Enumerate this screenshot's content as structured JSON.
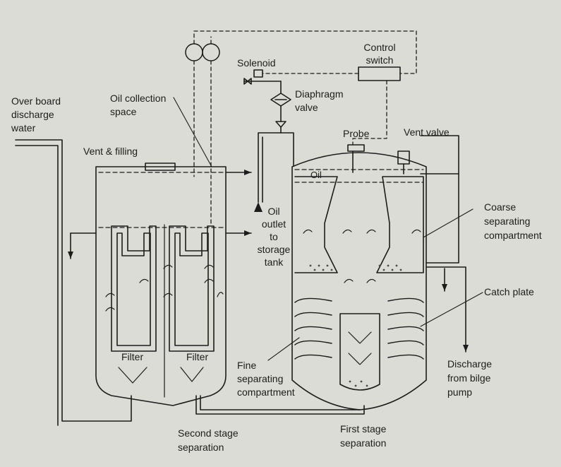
{
  "colors": {
    "background": "#dcdcd6",
    "ink": "#1c1c1c",
    "liquid": "#4a4a4a"
  },
  "labels": {
    "overboard_1": "Over board",
    "overboard_2": "discharge",
    "overboard_3": "water",
    "oil_collection_1": "Oil collection",
    "oil_collection_2": "space",
    "vent_filling": "Vent & filling",
    "solenoid": "Solenoid",
    "control_switch_1": "Control",
    "control_switch_2": "switch",
    "diaphragm_1": "Diaphragm",
    "diaphragm_2": "valve",
    "probe": "Probe",
    "vent_valve": "Vent valve",
    "oil_marker": "Oil",
    "oil_outlet_1": "Oil",
    "oil_outlet_2": "outlet",
    "oil_outlet_3": "to",
    "oil_outlet_4": "storage",
    "oil_outlet_5": "tank",
    "coarse_1": "Coarse",
    "coarse_2": "separating",
    "coarse_3": "compartment",
    "catch_plate": "Catch plate",
    "filter_left": "Filter",
    "filter_right": "Filter",
    "fine_1": "Fine",
    "fine_2": "separating",
    "fine_3": "compartment",
    "discharge_1": "Discharge",
    "discharge_2": "from bilge",
    "discharge_3": "pump",
    "second_stage_1": "Second stage",
    "second_stage_2": "separation",
    "first_stage_1": "First stage",
    "first_stage_2": "separation"
  }
}
